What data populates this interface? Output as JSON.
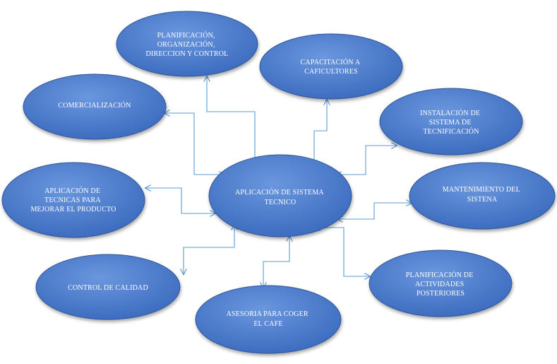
{
  "colors": {
    "node_fill_light": "#5a8ad6",
    "node_fill_dark": "#3463b8",
    "node_stroke": "#2f5597",
    "connector": "#5b9bd5",
    "label_text": "#ffffff"
  },
  "nodes": {
    "center": {
      "lines": [
        "APLICACIÓN DE SISTEMA",
        "TECNICO"
      ]
    },
    "planificacion_organizacion": {
      "lines": [
        "PLANIFICACIÓN,",
        "ORGANIZACIÓN,",
        "DIRECCION Y CONTROL"
      ]
    },
    "capacitacion": {
      "lines": [
        "CAPACITACIÓN A",
        "CAFICULTORES"
      ]
    },
    "comercializacion": {
      "lines": [
        "COMERCIALIZACIÓN"
      ]
    },
    "instalacion": {
      "lines": [
        "INSTALACIÓN DE",
        "SISTEMA DE",
        "TECNIFICACIÓN"
      ]
    },
    "aplicacion_tecnicas": {
      "lines": [
        "APLICACIÓN DE",
        "TECNICAS PARA",
        "MEJORAR EL PRODUCTO"
      ]
    },
    "mantenimiento": {
      "lines": [
        "MANTENIMIENTO DEL",
        "SISTENA"
      ]
    },
    "control_calidad": {
      "lines": [
        "CONTROL DE CALIDAD"
      ]
    },
    "asesoria": {
      "lines": [
        "ASESORIA PARA COGER",
        "EL CAFE"
      ]
    },
    "planificacion_actividades": {
      "lines": [
        "PLANIFICACIÓN DE",
        "ACTIVIDADES",
        "POSTERIORES"
      ]
    }
  }
}
